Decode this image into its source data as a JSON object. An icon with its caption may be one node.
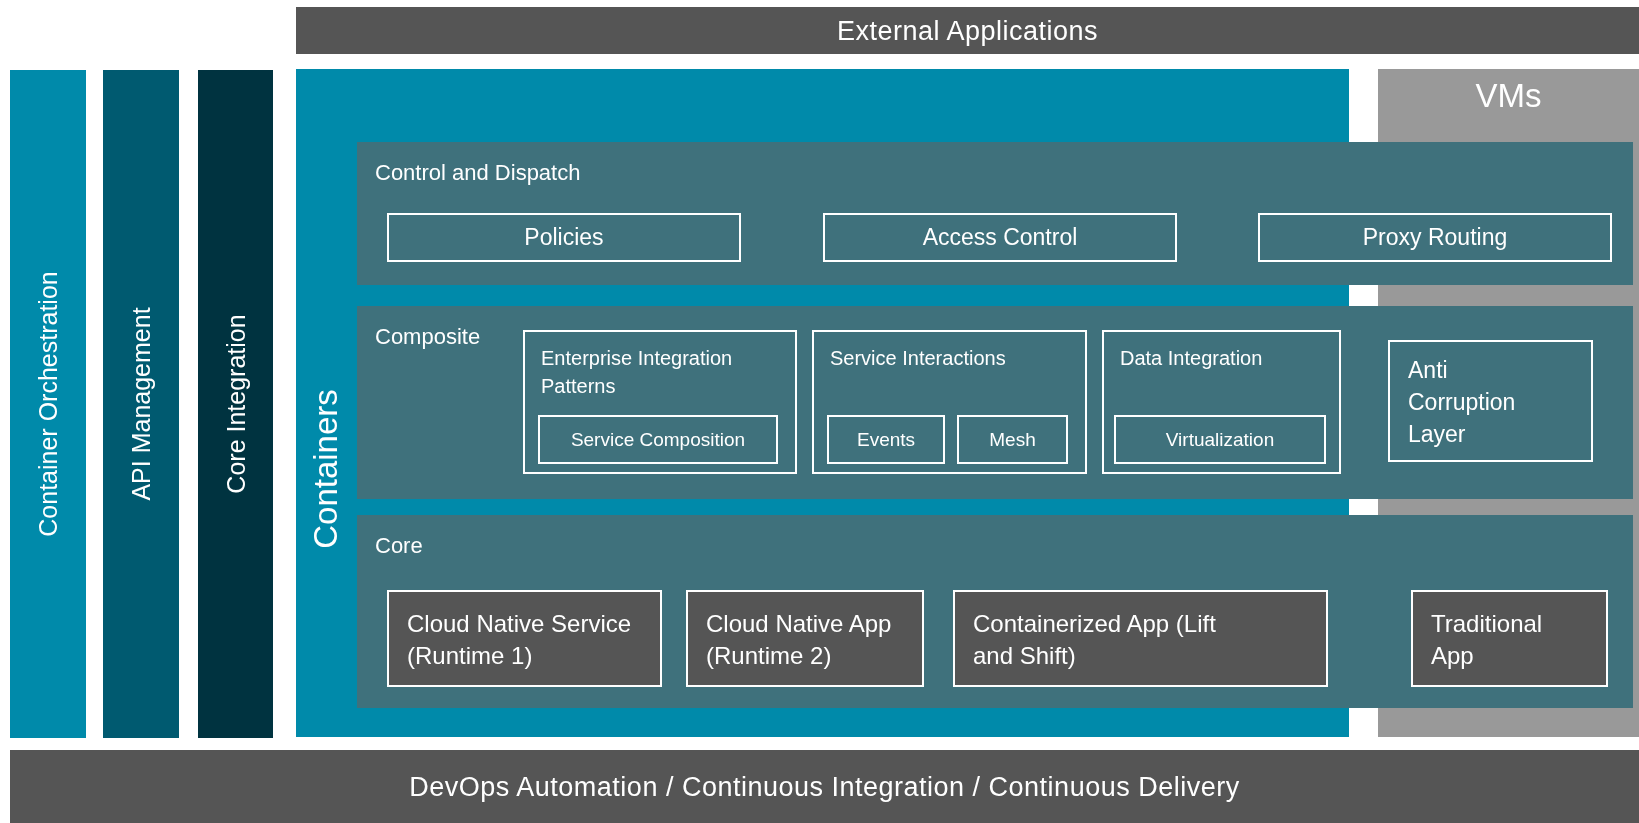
{
  "diagram": {
    "nodes": [
      {
        "text": [
          "External Applications"
        ]
      },
      {
        "text": [
          "Container Orchestration"
        ]
      },
      {
        "text": [
          "API Management"
        ]
      },
      {
        "text": [
          "Core Integration"
        ]
      },
      {
        "text": [
          "Containers"
        ]
      },
      {
        "text": [
          "VMs"
        ]
      },
      {
        "text": [
          "Control and Dispatch"
        ]
      },
      {
        "text": [
          "Policies"
        ]
      },
      {
        "text": [
          "Access Control"
        ]
      },
      {
        "text": [
          "Proxy Routing"
        ],
        "in": 6
      },
      {
        "text": [
          "Composite"
        ]
      },
      {
        "text": [
          "Enterprise Integration Patterns"
        ]
      },
      {
        "text": [
          "Service Composition"
        ],
        "in": 11
      },
      {
        "text": [
          "Service Interactions"
        ]
      },
      {
        "text": [
          "Events"
        ],
        "in": 13
      },
      {
        "text": [
          "Mesh"
        ],
        "in": 13
      },
      {
        "text": [
          "Data Integration"
        ]
      },
      {
        "text": [
          "Virtualization"
        ],
        "in": 16
      },
      {
        "text": [
          "Anti Corruption Layer"
        ]
      },
      {
        "text": [
          "Core"
        ]
      },
      {
        "text": [
          "Cloud Native Service (Runtime 1)"
        ]
      },
      {
        "text": [
          "Cloud Native App (Runtime 2)"
        ]
      },
      {
        "text": [
          "Containerized App (Lift and Shift)"
        ]
      },
      {
        "text": [
          "Traditional App"
        ]
      },
      {
        "text": [
          "DevOps Automation / Continuous Integration / Continuous Delivery"
        ]
      }
    ]
  }
}
